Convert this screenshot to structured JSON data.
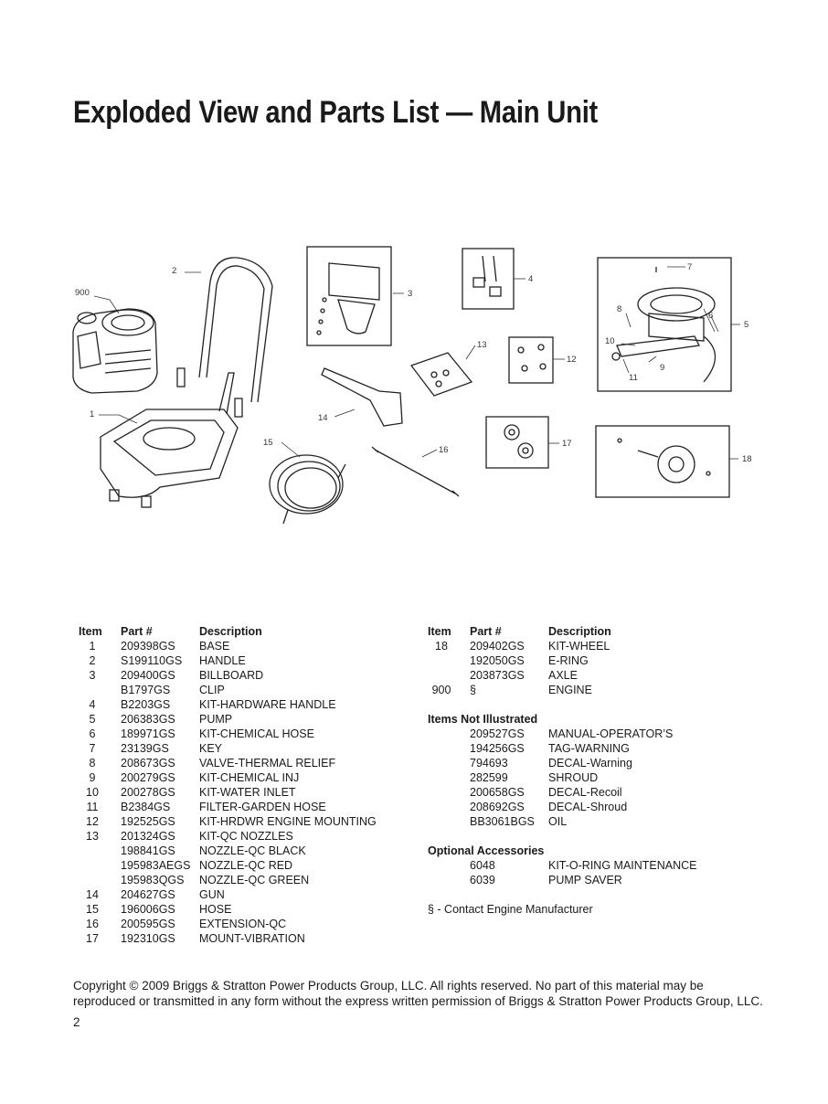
{
  "page": {
    "title": "Exploded View and Parts List — Main Unit",
    "page_number": "2"
  },
  "diagram": {
    "callouts": [
      "900",
      "2",
      "1",
      "3",
      "4",
      "5",
      "6",
      "7",
      "8",
      "9",
      "10",
      "11",
      "12",
      "13",
      "14",
      "15",
      "16",
      "17",
      "18"
    ]
  },
  "parts": {
    "headers": {
      "item": "Item",
      "part": "Part #",
      "description": "Description"
    },
    "left": [
      {
        "item": "1",
        "part": "209398GS",
        "description": "BASE"
      },
      {
        "item": "2",
        "part": "S199110GS",
        "description": "HANDLE"
      },
      {
        "item": "3",
        "part": "209400GS",
        "description": "BILLBOARD"
      },
      {
        "item": "",
        "part": "B1797GS",
        "description": "CLIP"
      },
      {
        "item": "4",
        "part": "B2203GS",
        "description": "KIT-HARDWARE HANDLE"
      },
      {
        "item": "5",
        "part": "206383GS",
        "description": "PUMP"
      },
      {
        "item": "6",
        "part": "189971GS",
        "description": "KIT-CHEMICAL HOSE"
      },
      {
        "item": "7",
        "part": "23139GS",
        "description": "KEY"
      },
      {
        "item": "8",
        "part": "208673GS",
        "description": "VALVE-THERMAL RELIEF"
      },
      {
        "item": "9",
        "part": "200279GS",
        "description": "KIT-CHEMICAL INJ"
      },
      {
        "item": "10",
        "part": "200278GS",
        "description": "KIT-WATER INLET"
      },
      {
        "item": "11",
        "part": "B2384GS",
        "description": "FILTER-GARDEN HOSE"
      },
      {
        "item": "12",
        "part": "192525GS",
        "description": "KIT-HRDWR ENGINE MOUNTING"
      },
      {
        "item": "13",
        "part": "201324GS",
        "description": "KIT-QC NOZZLES"
      },
      {
        "item": "",
        "part": "198841GS",
        "description": "NOZZLE-QC BLACK"
      },
      {
        "item": "",
        "part": "195983AEGS",
        "description": "NOZZLE-QC RED"
      },
      {
        "item": "",
        "part": "195983QGS",
        "description": "NOZZLE-QC GREEN"
      },
      {
        "item": "14",
        "part": "204627GS",
        "description": "GUN"
      },
      {
        "item": "15",
        "part": "196006GS",
        "description": "HOSE"
      },
      {
        "item": "16",
        "part": "200595GS",
        "description": "EXTENSION-QC"
      },
      {
        "item": "17",
        "part": "192310GS",
        "description": "MOUNT-VIBRATION"
      }
    ],
    "right": [
      {
        "item": "18",
        "part": "209402GS",
        "description": "KIT-WHEEL"
      },
      {
        "item": "",
        "part": "192050GS",
        "description": "E-RING"
      },
      {
        "item": "",
        "part": "203873GS",
        "description": "AXLE"
      },
      {
        "item": "900",
        "part": "§",
        "description": "ENGINE"
      }
    ],
    "not_illustrated": {
      "heading": "Items Not Illustrated",
      "rows": [
        {
          "part": "209527GS",
          "description": "MANUAL-OPERATOR’S"
        },
        {
          "part": "194256GS",
          "description": "TAG-WARNING"
        },
        {
          "part": "794693",
          "description": "DECAL-Warning"
        },
        {
          "part": "282599",
          "description": "SHROUD"
        },
        {
          "part": "200658GS",
          "description": "DECAL-Recoil"
        },
        {
          "part": "208692GS",
          "description": "DECAL-Shroud"
        },
        {
          "part": "BB3061BGS",
          "description": "OIL"
        }
      ]
    },
    "optional": {
      "heading": "Optional Accessories",
      "rows": [
        {
          "part": "6048",
          "description": "KIT-O-RING MAINTENANCE"
        },
        {
          "part": "6039",
          "description": "PUMP SAVER"
        }
      ]
    },
    "note": "§ - Contact Engine Manufacturer"
  },
  "footer": {
    "line1": "Copyright © 2009 Briggs & Stratton Power Products Group, LLC.  All rights reserved.  No part of this material may be",
    "line2": "reproduced or transmitted in any form without the express written permission of Briggs & Stratton Power Products Group, LLC."
  }
}
